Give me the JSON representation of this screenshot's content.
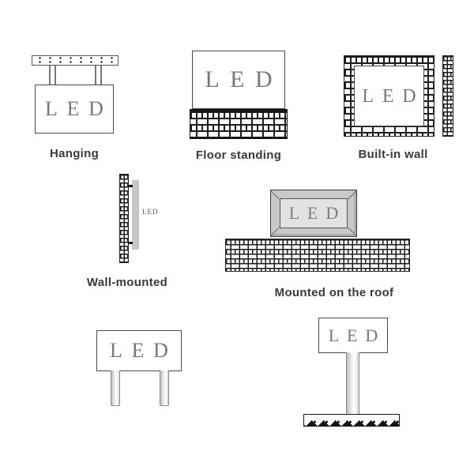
{
  "page": {
    "background": "#ffffff"
  },
  "colors": {
    "outline": "#4a4a4a",
    "brick_line": "#1c1c1c",
    "led_text": "#75797e",
    "caption_text": "#3a3a3a",
    "panel_gray": "#c6c6c6",
    "roof_frame_gray": "#c9c9c9",
    "roof_inner_gray": "#e2e2e2",
    "pole_gray": "#bdbdbd"
  },
  "figures": {
    "hanging": {
      "caption": "Hanging",
      "led": "LED"
    },
    "floor_standing": {
      "caption": "Floor standing",
      "led": "LED"
    },
    "built_in_wall": {
      "caption": "Built-in wall",
      "led": "LED"
    },
    "wall_mounted": {
      "caption": "Wall-mounted",
      "led": "LED"
    },
    "roof": {
      "caption": "Mounted on the roof",
      "led": "LED"
    },
    "two_pole": {
      "led": "LED"
    },
    "single_pole": {
      "led": "LED"
    }
  }
}
